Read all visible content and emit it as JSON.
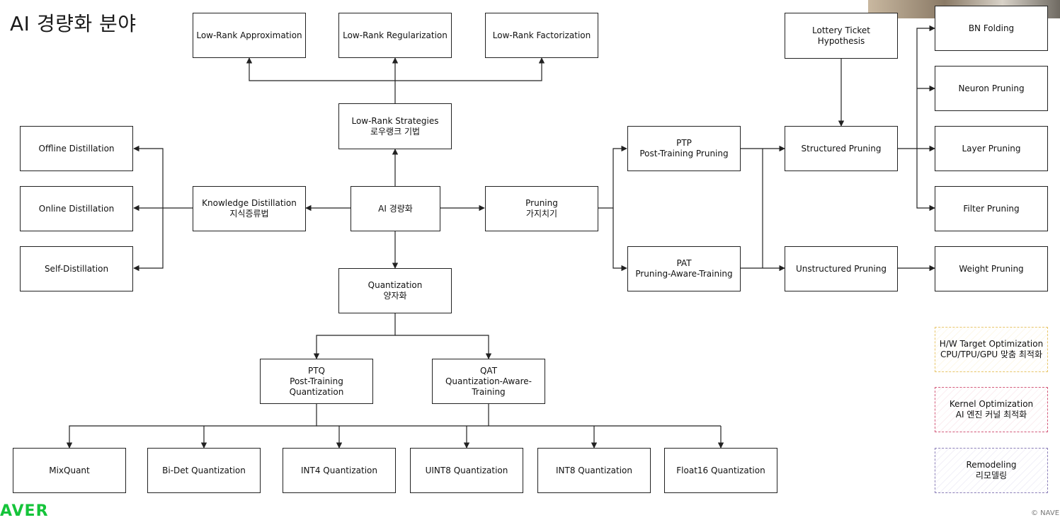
{
  "title": "AI 경량화 분야",
  "brand_text": "AVER",
  "copyright_text": "© NAVE",
  "nodes": {
    "low_rank_approximation": {
      "line1": "Low-Rank Approximation",
      "line2": ""
    },
    "low_rank_regularization": {
      "line1": "Low-Rank Regularization",
      "line2": ""
    },
    "low_rank_factorization": {
      "line1": "Low-Rank Factorization",
      "line2": ""
    },
    "lottery_ticket": {
      "line1": "Lottery Ticket Hypothesis",
      "line2": ""
    },
    "bn_folding": {
      "line1": "BN Folding",
      "line2": ""
    },
    "low_rank_strategies": {
      "line1": "Low-Rank Strategies",
      "line2": "로우랭크 기법"
    },
    "neuron_pruning": {
      "line1": "Neuron Pruning",
      "line2": ""
    },
    "offline_distillation": {
      "line1": "Offline Distillation",
      "line2": ""
    },
    "ptp": {
      "line1": "PTP",
      "line2": "Post-Training Pruning"
    },
    "structured_pruning": {
      "line1": "Structured Pruning",
      "line2": ""
    },
    "layer_pruning": {
      "line1": "Layer Pruning",
      "line2": ""
    },
    "online_distillation": {
      "line1": "Online Distillation",
      "line2": ""
    },
    "knowledge_distillation": {
      "line1": "Knowledge Distillation",
      "line2": "지식증류법"
    },
    "ai_lightweight": {
      "line1": "AI 경량화",
      "line2": ""
    },
    "pruning": {
      "line1": "Pruning",
      "line2": "가지치기"
    },
    "filter_pruning": {
      "line1": "Filter Pruning",
      "line2": ""
    },
    "self_distillation": {
      "line1": "Self-Distillation",
      "line2": ""
    },
    "pat": {
      "line1": "PAT",
      "line2": "Pruning-Aware-Training"
    },
    "unstructured_pruning": {
      "line1": "Unstructured Pruning",
      "line2": ""
    },
    "weight_pruning": {
      "line1": "Weight Pruning",
      "line2": ""
    },
    "quantization": {
      "line1": "Quantization",
      "line2": "양자화"
    },
    "hw_target": {
      "line1": "H/W Target Optimization",
      "line2": "CPU/TPU/GPU 맞춤 최적화"
    },
    "ptq": {
      "line1": "PTQ",
      "line2": "Post-Training Quantization"
    },
    "qat": {
      "line1": "QAT",
      "line2": "Quantization-Aware-",
      "line3": "Training"
    },
    "kernel_opt": {
      "line1": "Kernel Optimization",
      "line2": "AI 엔진 커널 최적화"
    },
    "remodeling": {
      "line1": "Remodeling",
      "line2": "리모델링"
    },
    "mixquant": {
      "line1": "MixQuant",
      "line2": ""
    },
    "bidet": {
      "line1": "Bi-Det Quantization",
      "line2": ""
    },
    "int4": {
      "line1": "INT4 Quantization",
      "line2": ""
    },
    "uint8": {
      "line1": "UINT8 Quantization",
      "line2": ""
    },
    "int8": {
      "line1": "INT8 Quantization",
      "line2": ""
    },
    "float16": {
      "line1": "Float16 Quantization",
      "line2": ""
    }
  },
  "legend_colors": {
    "hw_target_border": "#e8c66a",
    "kernel_border": "#d35a7a",
    "remodeling_border": "#8b7fb8",
    "brand": "#15c43a"
  }
}
